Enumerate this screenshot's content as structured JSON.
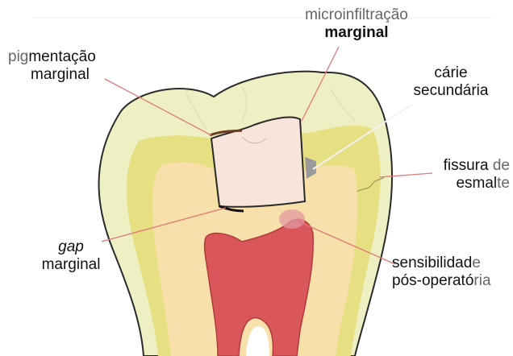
{
  "labels": {
    "pigmentacao": {
      "line1_light": "pig",
      "line1_dark": "mentação",
      "line2": "marginal"
    },
    "microinfiltracao": {
      "line1": "microinfiltração",
      "line2": "marginal"
    },
    "carie": {
      "line1": "cárie",
      "line2": "secundária"
    },
    "fissura": {
      "line1_dark": "fissura",
      "line1_light": " de",
      "line2_dark": "esmal",
      "line2_light": "te"
    },
    "gap": {
      "line1": "gap",
      "line2": "marginal"
    },
    "sensibilidade": {
      "line1_dark": "sensibilidad",
      "line1_light": "e",
      "line2_dark": "pós-operató",
      "line2_light": "ria"
    }
  },
  "colors": {
    "enamel": "#eef0c3",
    "enamel_outline": "#2a2a2a",
    "dentin_layer": "#e6e082",
    "dentin": "#f7e0a9",
    "pulp": "#d9565a",
    "pulp_outline": "#b23b3f",
    "restoration": "#f8e4da",
    "pointer_line": "#e07a7a",
    "white_pointer": "#f2f2f2",
    "caries": "#9a9a9a",
    "sensitivity_glow": "#e29aa3"
  }
}
